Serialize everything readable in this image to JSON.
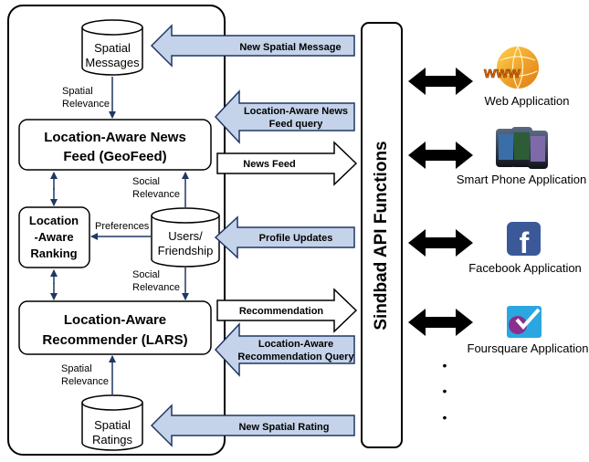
{
  "components": {
    "spatial_messages": [
      "Spatial",
      "Messages"
    ],
    "geofeed": [
      "Location-Aware News",
      "Feed (GeoFeed)"
    ],
    "ranking": [
      "Location",
      "-Aware",
      "Ranking"
    ],
    "users": [
      "Users/",
      "Friendship"
    ],
    "lars": [
      "Location-Aware",
      "Recommender (LARS)"
    ],
    "spatial_ratings": [
      "Spatial",
      "Ratings"
    ]
  },
  "edge_labels": {
    "spatial_relevance_top": [
      "Spatial",
      "Relevance"
    ],
    "social_relevance_top": [
      "Social",
      "Relevance"
    ],
    "preferences": "Preferences",
    "social_relevance_bottom": [
      "Social",
      "Relevance"
    ],
    "spatial_relevance_bottom": [
      "Spatial",
      "Relevance"
    ]
  },
  "api_arrows": {
    "new_spatial_message": "New Spatial Message",
    "news_feed_query": [
      "Location-Aware News",
      "Feed query"
    ],
    "news_feed": "News Feed",
    "profile_updates": "Profile Updates",
    "recommendation": "Recommendation",
    "recommendation_query": [
      "Location-Aware",
      "Recommendation Query"
    ],
    "new_spatial_rating": "New Spatial Rating"
  },
  "api_bar": "Sindbad API Functions",
  "applications": {
    "web": "Web Application",
    "phone": "Smart Phone Application",
    "facebook": "Facebook Application",
    "foursquare": "Foursquare Application",
    "more": "•"
  },
  "colors": {
    "arrow_fill": "#c5d3ea",
    "arrow_stroke": "#1f3763",
    "box_stroke": "#000000",
    "facebook_blue": "#3b5998",
    "foursquare_purple": "#8a2f8c",
    "foursquare_blue": "#2aa7e0",
    "web_orange": "#f39a1e"
  },
  "icons": [
    "www-globe-icon",
    "smartphones-icon",
    "facebook-icon",
    "foursquare-icon"
  ]
}
